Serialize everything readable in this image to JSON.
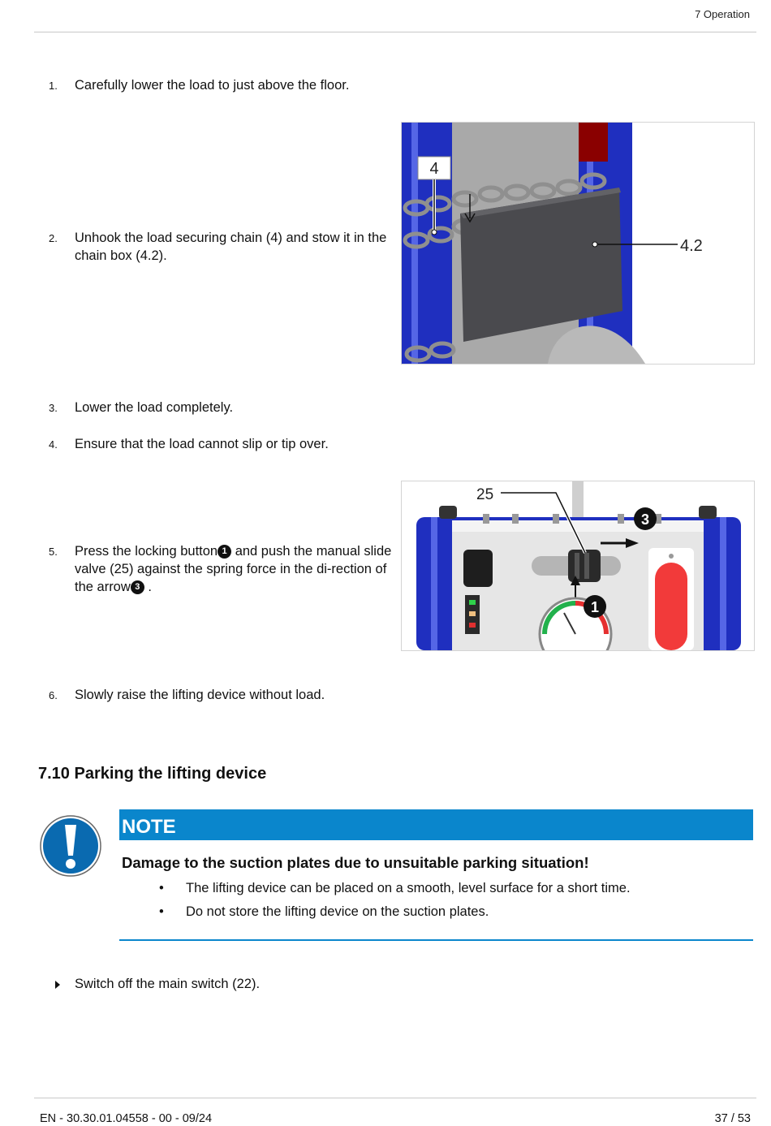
{
  "header": {
    "section": "7 Operation"
  },
  "steps": [
    {
      "num": "1.",
      "text": "Carefully lower the load to just above the floor."
    },
    {
      "num": "2.",
      "text": "Unhook the load securing chain (4) and stow it in the chain box (4.2)."
    },
    {
      "num": "3.",
      "text": "Lower the load completely."
    },
    {
      "num": "4.",
      "text": "Ensure that the load cannot slip or tip over."
    },
    {
      "num": "5.",
      "text_a": "Press the locking button",
      "badge_a": "1",
      "text_b": " and push the manual slide valve (25) against the spring force in the di-rection of the arrow",
      "badge_b": "3",
      "text_c": " ."
    },
    {
      "num": "6.",
      "text": "Slowly raise the lifting device without load."
    }
  ],
  "figure1": {
    "callout_chain": "4",
    "callout_box": "4.2"
  },
  "figure2": {
    "callout_valve": "25",
    "callout_arrow": "3",
    "callout_button": "1"
  },
  "section": {
    "title": "7.10 Parking the lifting device"
  },
  "note": {
    "label": "NOTE",
    "heading": "Damage to the suction plates due to unsuitable parking situation!",
    "bullets": [
      "The lifting device can be placed on a smooth, level surface for a short time.",
      "Do not store the lifting device on the suction plates."
    ],
    "bullet_symbol": "•",
    "icon": "exclamation-icon",
    "color": "#0a86cc"
  },
  "action": {
    "text": "Switch off the main switch (22)."
  },
  "footer": {
    "doc": "EN - 30.30.01.04558 - 00 - 09/24",
    "page": "37 / 53"
  }
}
